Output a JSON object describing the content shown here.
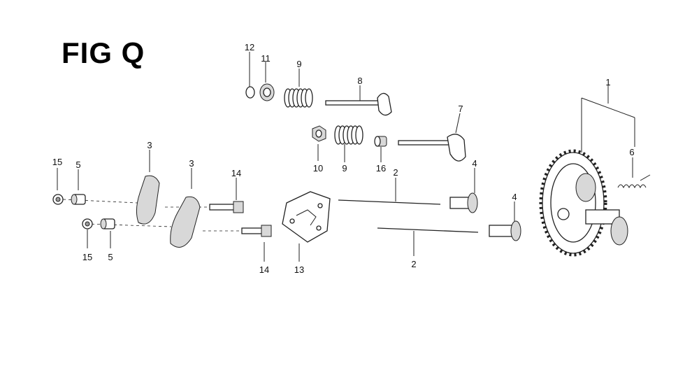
{
  "title": "FIG Q",
  "callouts": {
    "c1": "1",
    "c2a": "2",
    "c2b": "2",
    "c3a": "3",
    "c3b": "3",
    "c4a": "4",
    "c4b": "4",
    "c5a": "5",
    "c5b": "5",
    "c6": "6",
    "c7": "7",
    "c8": "8",
    "c9a": "9",
    "c9b": "9",
    "c10": "10",
    "c11": "11",
    "c12": "12",
    "c13": "13",
    "c14a": "14",
    "c14b": "14",
    "c15a": "15",
    "c15b": "15",
    "c16": "16"
  }
}
